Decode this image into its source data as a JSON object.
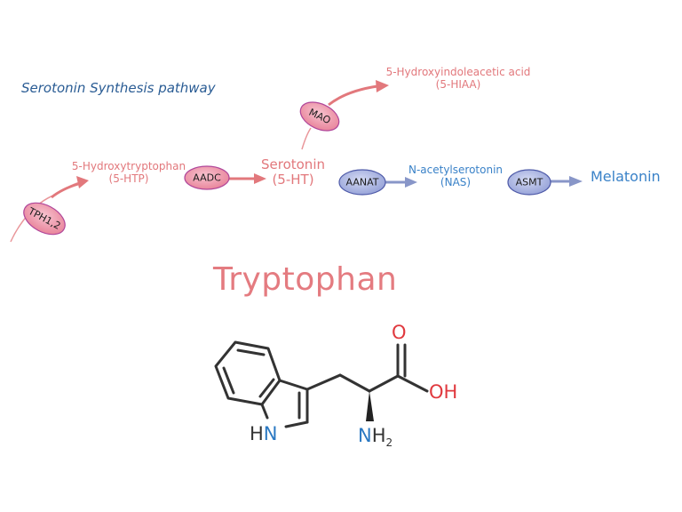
{
  "title": "Serotonin Synthesis pathway",
  "pathway": {
    "htp": {
      "name": "5-Hydroxytryptophan",
      "abbr": "(5-HTP)"
    },
    "serotonin": {
      "name": "Serotonin",
      "abbr": "(5-HT)"
    },
    "hiaa": {
      "name": "5-Hydroxyindoleacetic acid",
      "abbr": "(5-HIAA)"
    },
    "nas": {
      "name": "N-acetylserotonin",
      "abbr": "(NAS)"
    },
    "melatonin": {
      "name": "Melatonin"
    }
  },
  "enzymes": {
    "tph": "TPH1,2",
    "aadc": "AADC",
    "mao": "MAO",
    "aanat": "AANAT",
    "asmt": "ASMT"
  },
  "molecule": {
    "name": "Tryptophan",
    "atoms": {
      "oxygen_double": "O",
      "hydroxyl": "OH",
      "amine_n": "N",
      "amine_h": "H",
      "amine_sub": "2",
      "indole_h": "H",
      "indole_n": "N"
    }
  },
  "colors": {
    "title": "#2a5c94",
    "serotonin_branch": "#e2787c",
    "melatonin_branch": "#3a82c8",
    "pink_enzyme_fill": "#ec9aae",
    "pink_enzyme_stroke": "#b0469a",
    "blue_enzyme_fill": "#a9b4e2",
    "blue_enzyme_stroke": "#4e5aa8",
    "oxygen": "#e0393e",
    "nitrogen": "#2a78c2",
    "bond": "#333333"
  }
}
